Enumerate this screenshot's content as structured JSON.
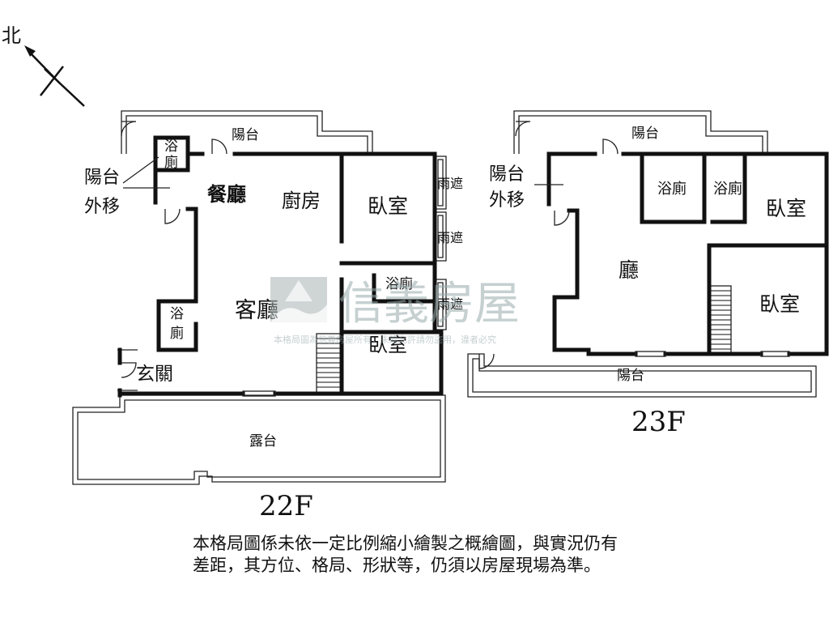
{
  "compass": {
    "north_label": "北"
  },
  "floor22": {
    "caption": "22F",
    "rooms": {
      "balcony": "陽台",
      "bath_top": "浴\n廁",
      "balcony_moved": "陽台\n外移",
      "dining": "餐廳",
      "kitchen": "廚房",
      "bedroom1": "臥室",
      "rain1": "雨遮",
      "rain2": "雨遮",
      "bath_mid": "浴廁",
      "rain3": "雨遮",
      "living": "客廳",
      "bath_left": "浴\n廁",
      "bedroom2": "臥室",
      "entrance": "玄關",
      "terrace": "露台"
    }
  },
  "floor23": {
    "caption": "23F",
    "rooms": {
      "balcony_top": "陽台",
      "balcony_moved": "陽台\n外移",
      "bath1": "浴廁",
      "bath2": "浴廁",
      "bedroom1": "臥室",
      "hall": "廳",
      "bedroom2": "臥室",
      "balcony_bottom": "陽台"
    }
  },
  "watermark": {
    "brand": "信義房屋",
    "notice": "本格局圖為信義房屋所有，未經允許請勿盜用，違者必究"
  },
  "disclaimer": "本格局圖係未依一定比例縮小繪製之概繪圖，與實況仍有差距，其方位、格局、形狀等，仍須以房屋現場為準。"
}
